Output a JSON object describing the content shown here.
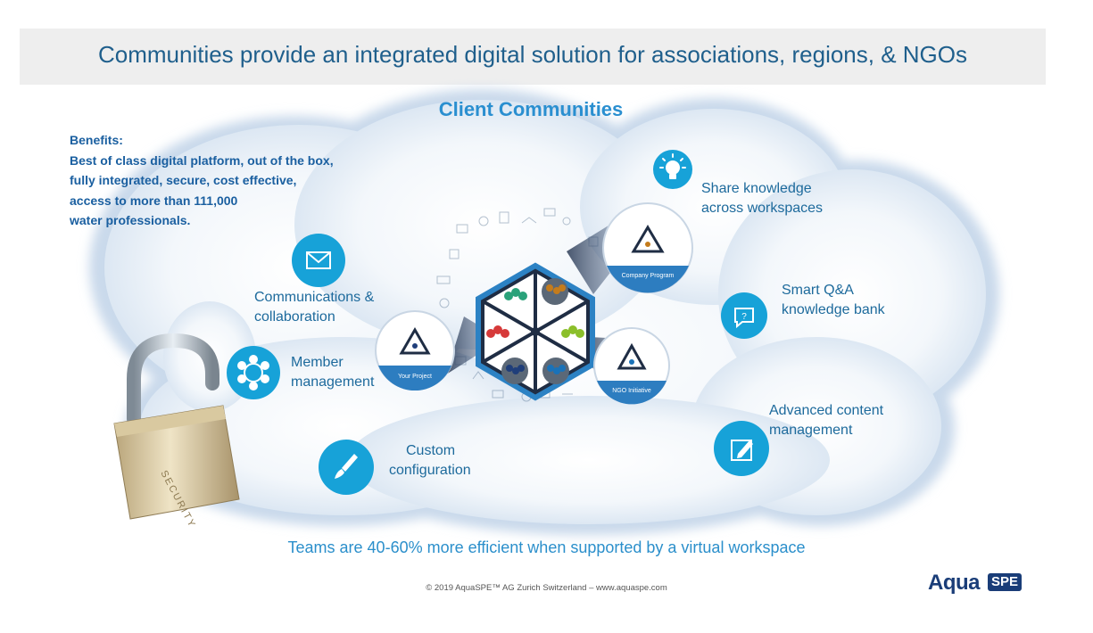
{
  "header": {
    "title": "Communities provide an integrated digital solution for associations, regions, & NGOs"
  },
  "section": {
    "title": "Client Communities"
  },
  "benefits": {
    "heading": "Benefits:",
    "lines": [
      "Best of class digital platform, out of the box,",
      "fully integrated, secure, cost effective,",
      "access to more than 111,000",
      "water professionals."
    ]
  },
  "features": [
    {
      "id": "share",
      "icon": "lightbulb-icon",
      "lines": [
        "Share  knowledge",
        "across workspaces"
      ]
    },
    {
      "id": "qa",
      "icon": "question-bubble-icon",
      "lines": [
        "Smart Q&A",
        "knowledge bank"
      ]
    },
    {
      "id": "content",
      "icon": "edit-icon",
      "lines": [
        "Advanced content",
        "management"
      ]
    },
    {
      "id": "config",
      "icon": "brush-icon",
      "lines": [
        "Custom",
        "configuration"
      ]
    },
    {
      "id": "member",
      "icon": "network-icon",
      "lines": [
        "Member",
        "management"
      ]
    },
    {
      "id": "comm",
      "icon": "envelope-icon",
      "lines": [
        "Communications &",
        "collaboration"
      ]
    }
  ],
  "hub": {
    "badges": [
      "Company Program",
      "Your Project",
      "NGO Initiative"
    ]
  },
  "padlock": {
    "engraving": "SECURITY"
  },
  "tagline": "Teams are 40-60% more efficient when supported by a virtual workspace",
  "footer": {
    "copyright": "© 2019 AquaSPE™  AG Zurich  Switzerland – www.aquaspe.com"
  },
  "logo": {
    "aqua": "Aqua",
    "spe": "SPE"
  },
  "colors": {
    "accent": "#17a2d8",
    "title": "#1f5f8c",
    "benefits": "#1a5fa0",
    "cloud": "#dbe6f2"
  }
}
